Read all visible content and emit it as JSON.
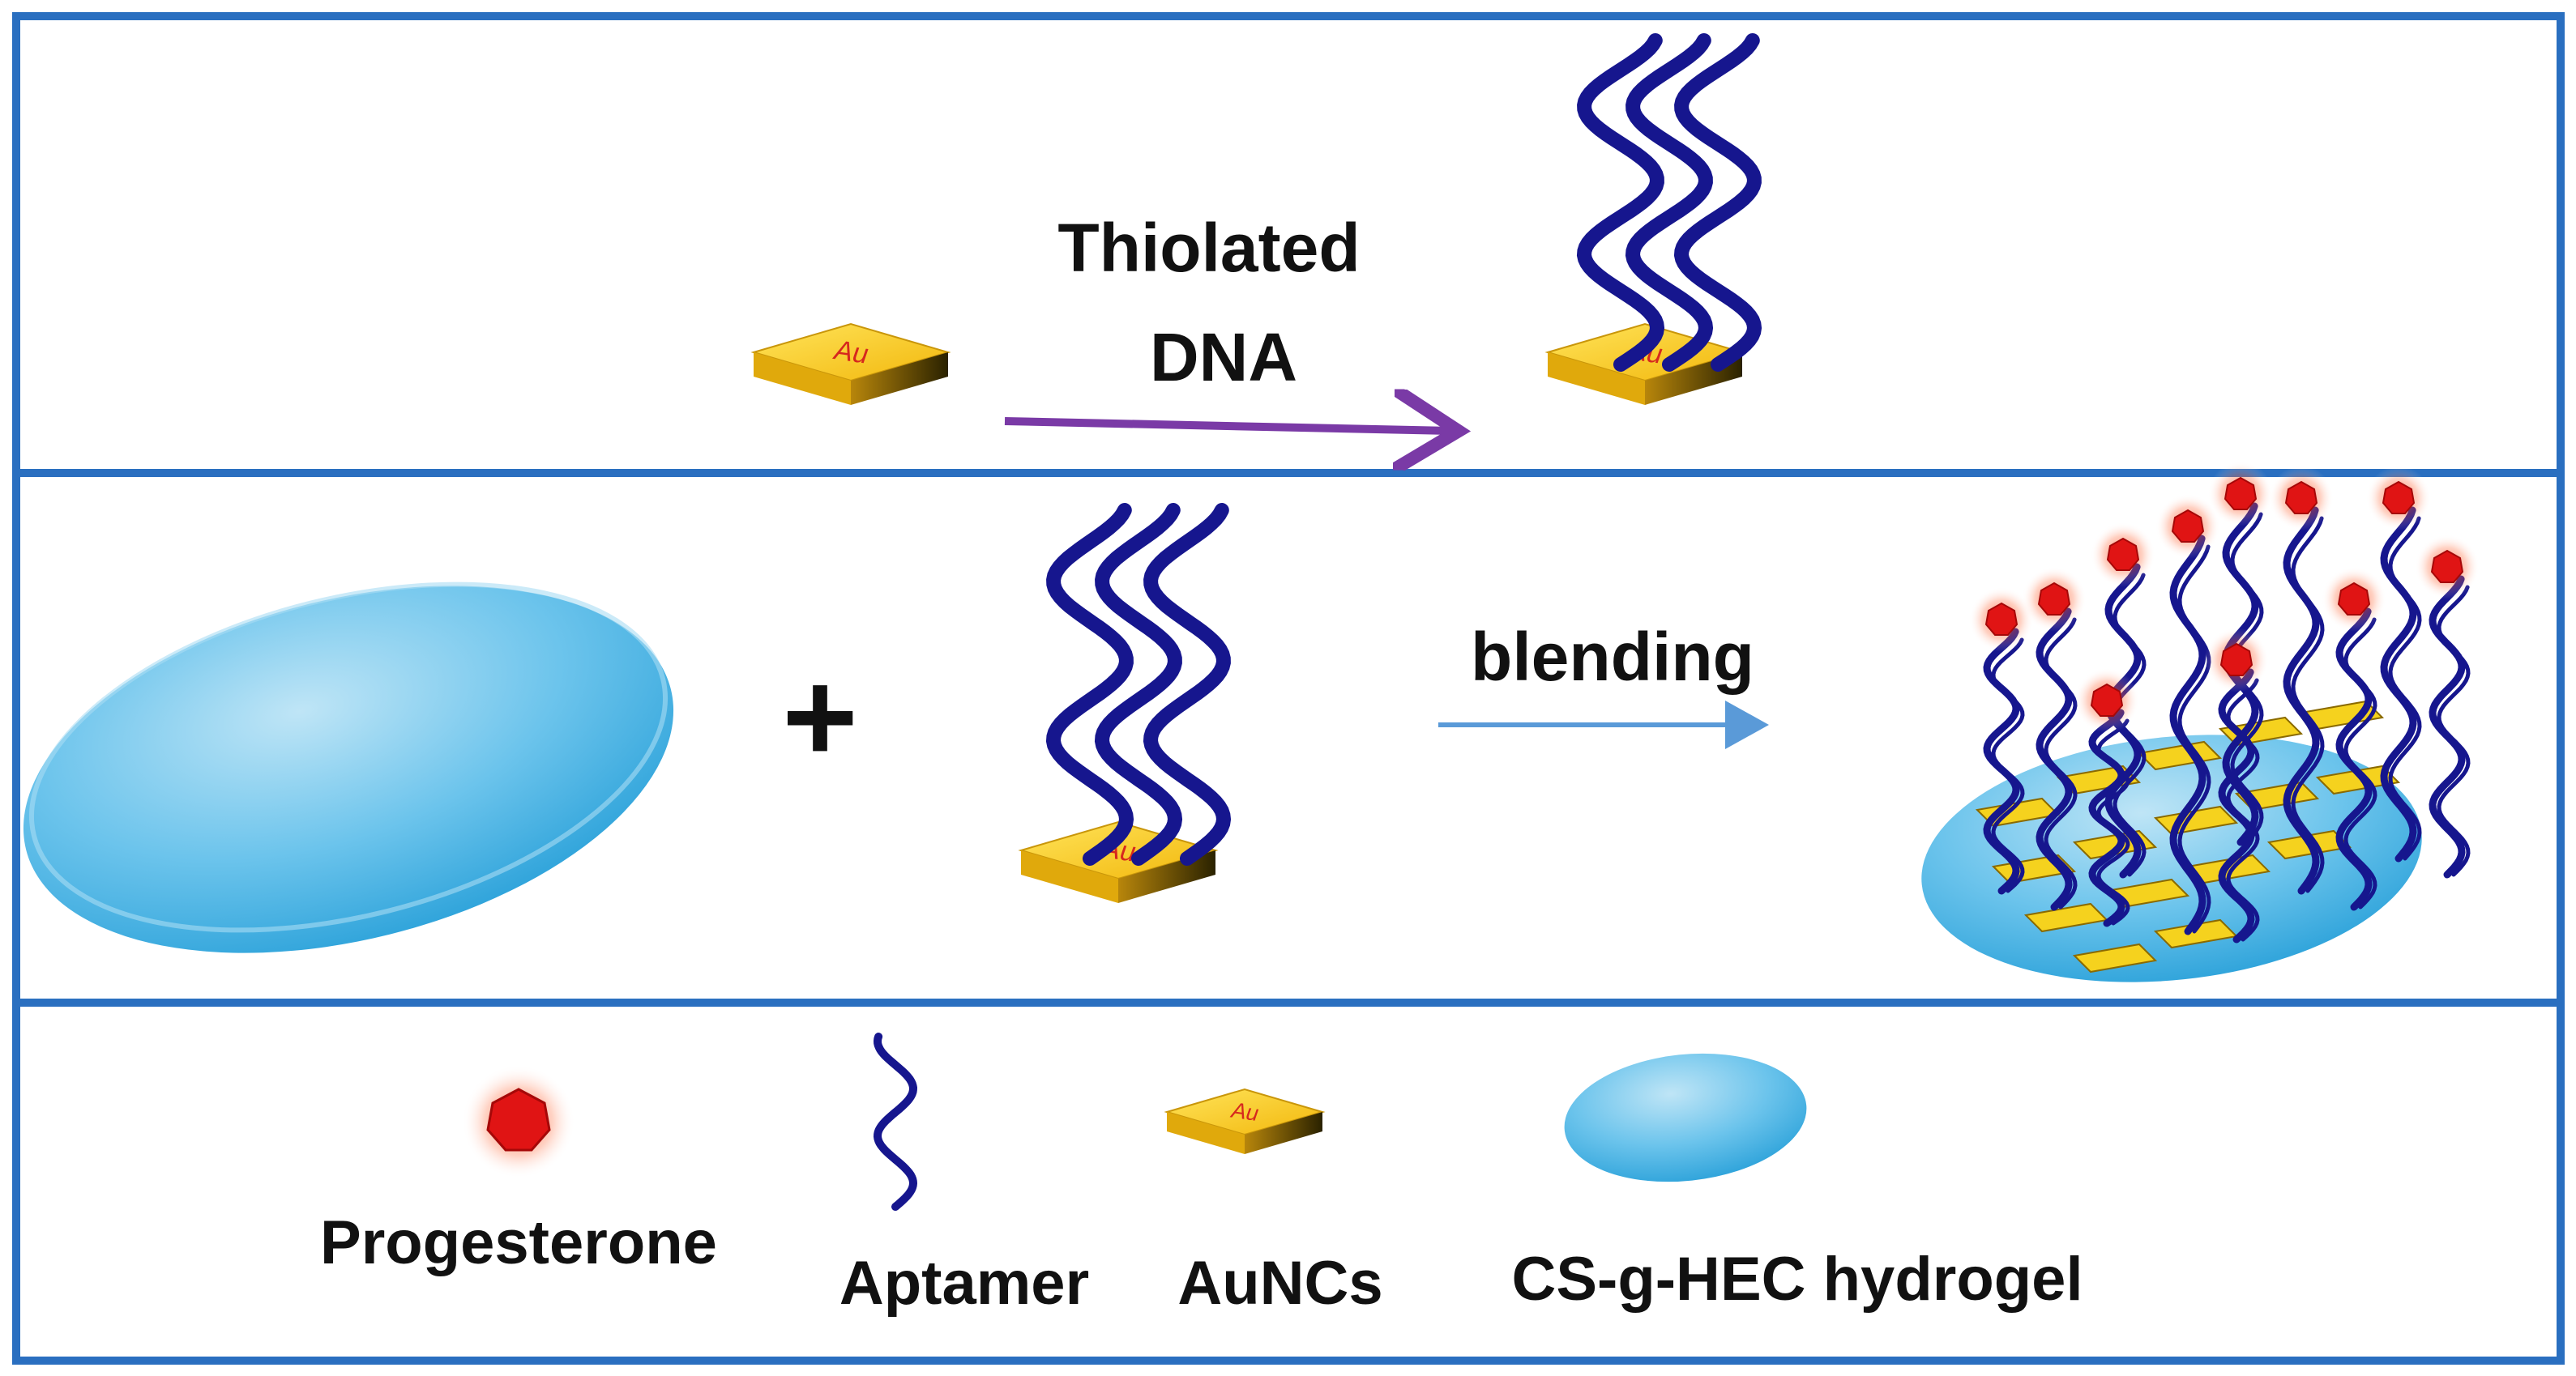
{
  "steps": {
    "step1_label_line1": "Thiolated",
    "step1_label_line2": "DNA",
    "step2_label": "blending",
    "plus": "+"
  },
  "au_label": "Au",
  "legend": {
    "progesterone": "Progesterone",
    "aptamer": "Aptamer",
    "aunc": "AuNCs",
    "hydrogel": "CS-g-HEC hydrogel"
  },
  "colors": {
    "frame": "#2a6fc0",
    "arrow1": "#7a3aa6",
    "arrow2": "#5a9ad8",
    "dna": "#16168e",
    "gold": "#f5c518",
    "hydrogel": "#4ab3e6",
    "progesterone": "#e01414"
  }
}
